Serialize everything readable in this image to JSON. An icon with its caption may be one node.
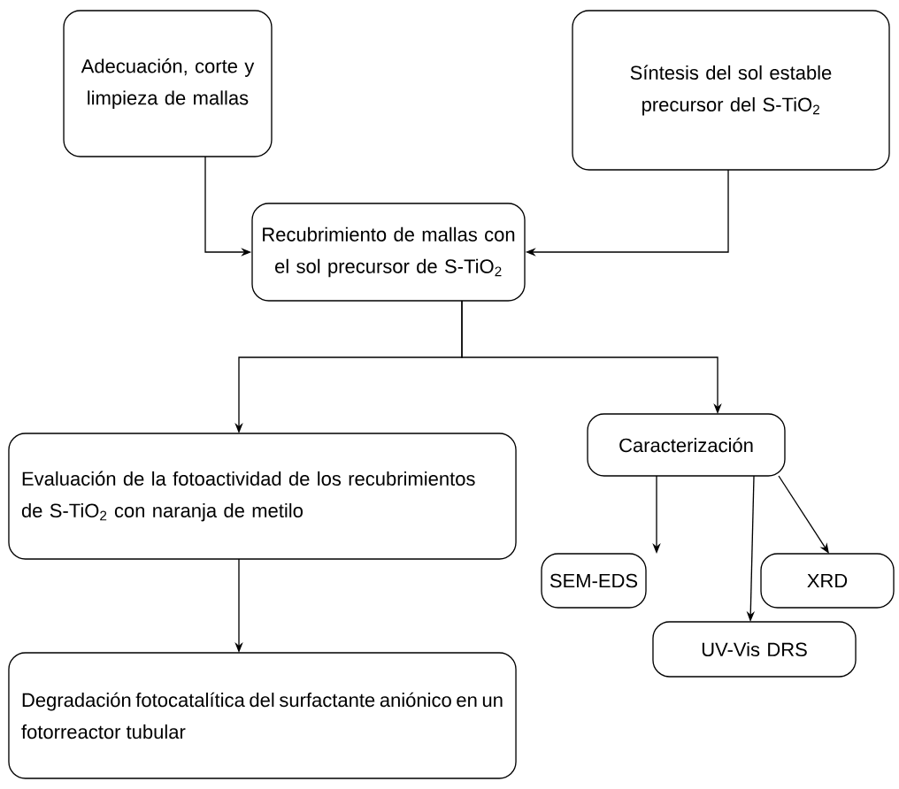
{
  "diagram": {
    "nodes": [
      {
        "text": [
          "Adecuación, corte y limpieza de mallas"
        ]
      },
      {
        "text": [
          "Síntesis del sol estable precursor del S-TiO$_{2}$"
        ]
      },
      {
        "text": [
          "Recubrimiento de mallas con el sol precursor de S-TiO$_{2}$"
        ]
      },
      {
        "text": [
          "Evaluación de la fotoactividad de los recubrimientos de S-TiO$_{2}$ con naranja de metilo"
        ]
      },
      {
        "text": [
          "Caracterización"
        ]
      },
      {
        "text": [
          "SEM-EDS"
        ]
      },
      {
        "text": [
          "XRD"
        ]
      },
      {
        "text": [
          "UV-Vis DRS"
        ]
      },
      {
        "text": [
          "Degradación fotocatalítica del surfactante aniónico en un fotorreactor tubular"
        ]
      }
    ],
    "edges": [
      {
        "from": 0,
        "to": 2,
        "arrow": "to"
      },
      {
        "from": 1,
        "to": 2,
        "arrow": "to"
      },
      {
        "from": 2,
        "to": 3,
        "arrow": "to"
      },
      {
        "from": 2,
        "to": 4,
        "arrow": "to"
      },
      {
        "from": 4,
        "to": 5,
        "arrow": "to"
      },
      {
        "from": 4,
        "to": 6,
        "arrow": "to"
      },
      {
        "from": 4,
        "to": 7,
        "arrow": "to"
      },
      {
        "from": 3,
        "to": 8,
        "arrow": "to"
      }
    ]
  }
}
